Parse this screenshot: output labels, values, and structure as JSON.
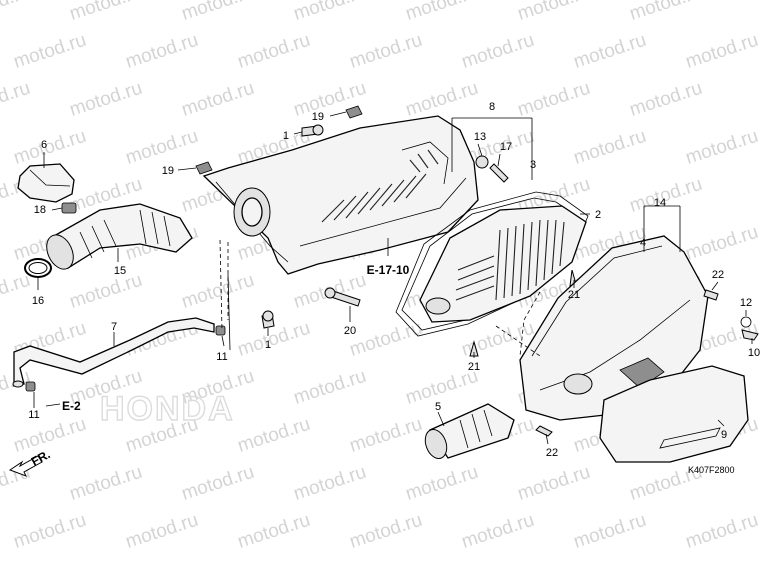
{
  "watermark": {
    "text": "motod.ru",
    "brand_text": "HONDA"
  },
  "callouts": {
    "n1a": "1",
    "n1b": "1",
    "n2": "2",
    "n3": "3",
    "n4": "4",
    "n5": "5",
    "n6": "6",
    "n7": "7",
    "n8": "8",
    "n9": "9",
    "n10": "10",
    "n11a": "11",
    "n11b": "11",
    "n12": "12",
    "n13": "13",
    "n14": "14",
    "n15": "15",
    "n16": "16",
    "n17": "17",
    "n18": "18",
    "n19a": "19",
    "n19b": "19",
    "n20": "20",
    "n21a": "21",
    "n21b": "21",
    "n22a": "22",
    "n22b": "22"
  },
  "references": {
    "e17": "E-17-10",
    "e2": "E-2"
  },
  "direction_label": "FR.",
  "diagram_code": "K407F2800",
  "colors": {
    "line": "#000000",
    "watermark": "#d4d4d4",
    "background": "#ffffff"
  }
}
